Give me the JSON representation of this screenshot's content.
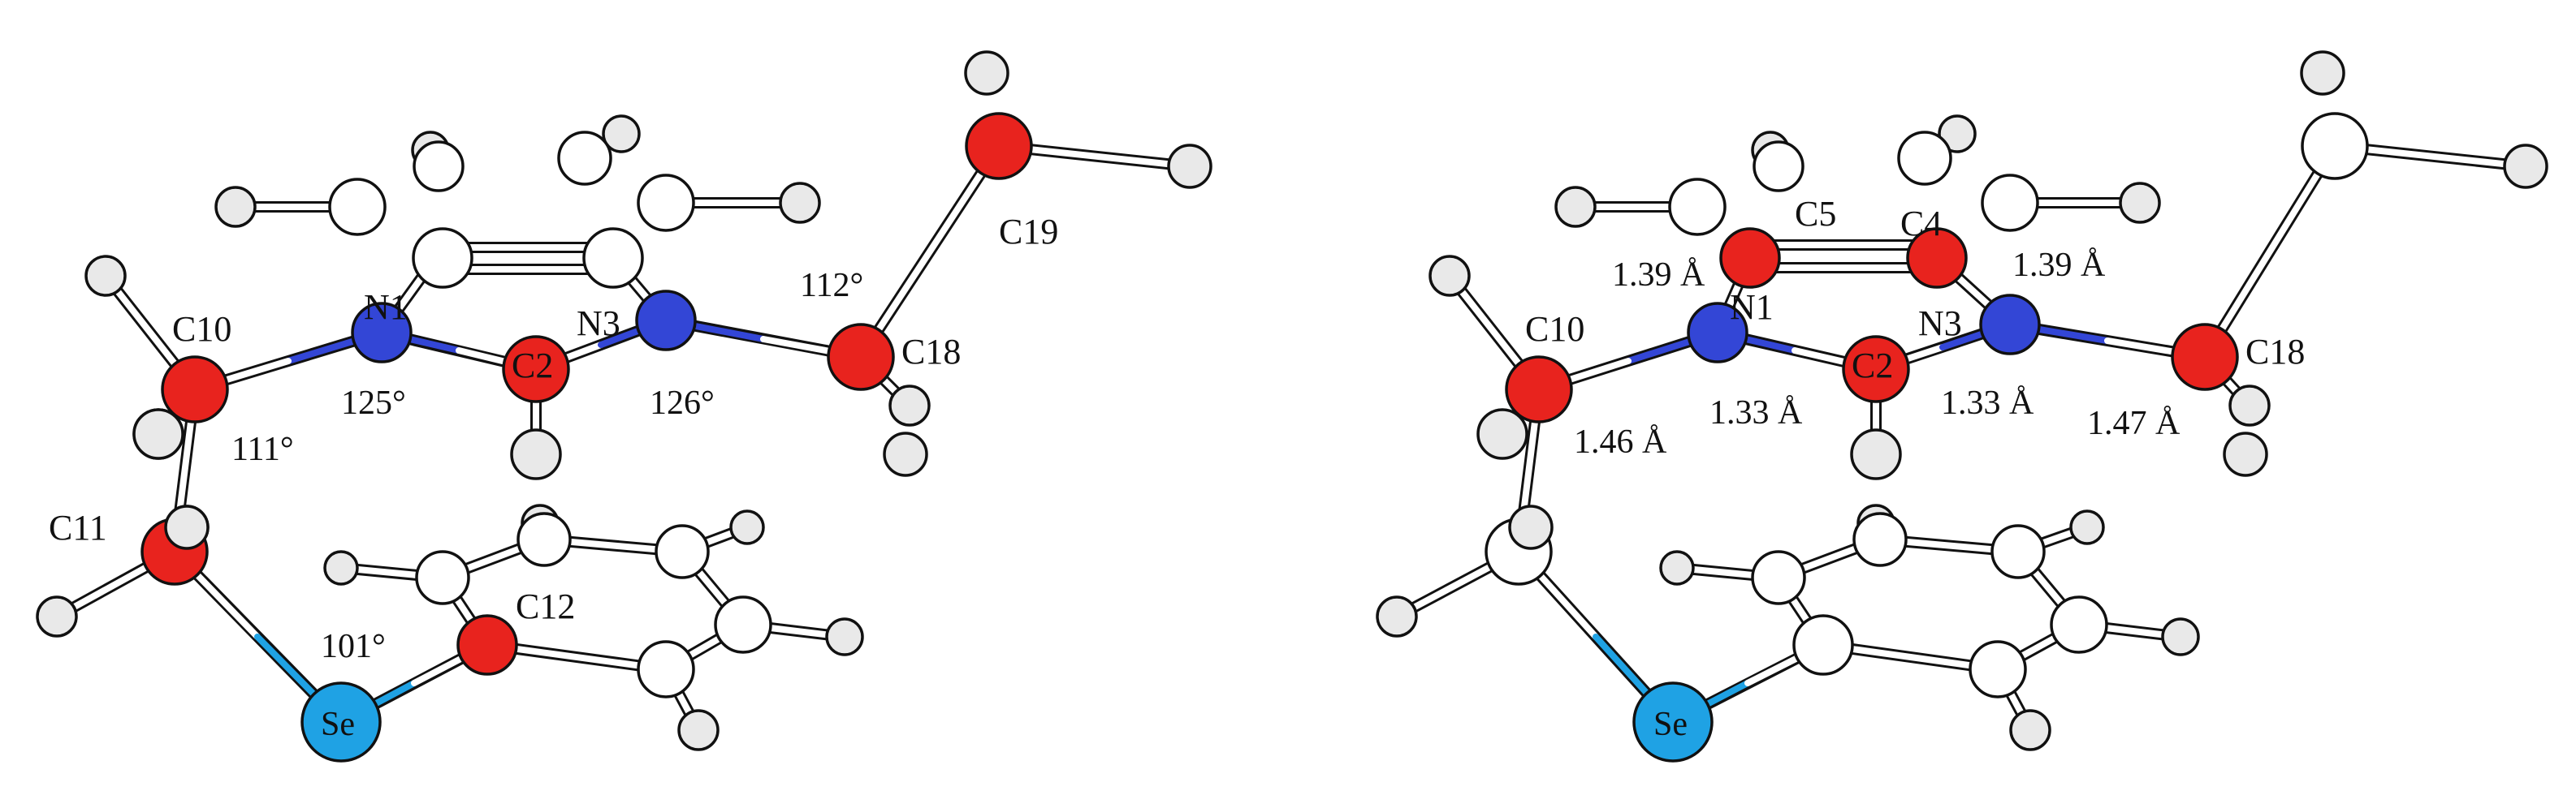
{
  "colors": {
    "carbon_highlight": "#e8231e",
    "nitrogen": "#3346d6",
    "selenium": "#1fa2e4",
    "atom_white": "#ffffff",
    "atom_grey": "#e9e9e9",
    "outline": "#111111",
    "bond_nitrogen": "#3346d6",
    "bond_selenium": "#1fa2e4"
  },
  "panels": [
    {
      "id": "left",
      "atom_labels": [
        "C10",
        "N1",
        "C2",
        "N3",
        "C18",
        "C19",
        "C11",
        "C12",
        "Se"
      ],
      "angle_labels": [
        "125°",
        "126°",
        "112°",
        "111°",
        "101°"
      ]
    },
    {
      "id": "right",
      "atom_labels": [
        "C5",
        "C4",
        "C10",
        "N1",
        "C2",
        "N3",
        "C18",
        "Se"
      ],
      "distance_labels": [
        "1.39 Å",
        "1.39 Å",
        "1.46 Å",
        "1.33 Å",
        "1.33 Å",
        "1.47 Å"
      ]
    }
  ]
}
